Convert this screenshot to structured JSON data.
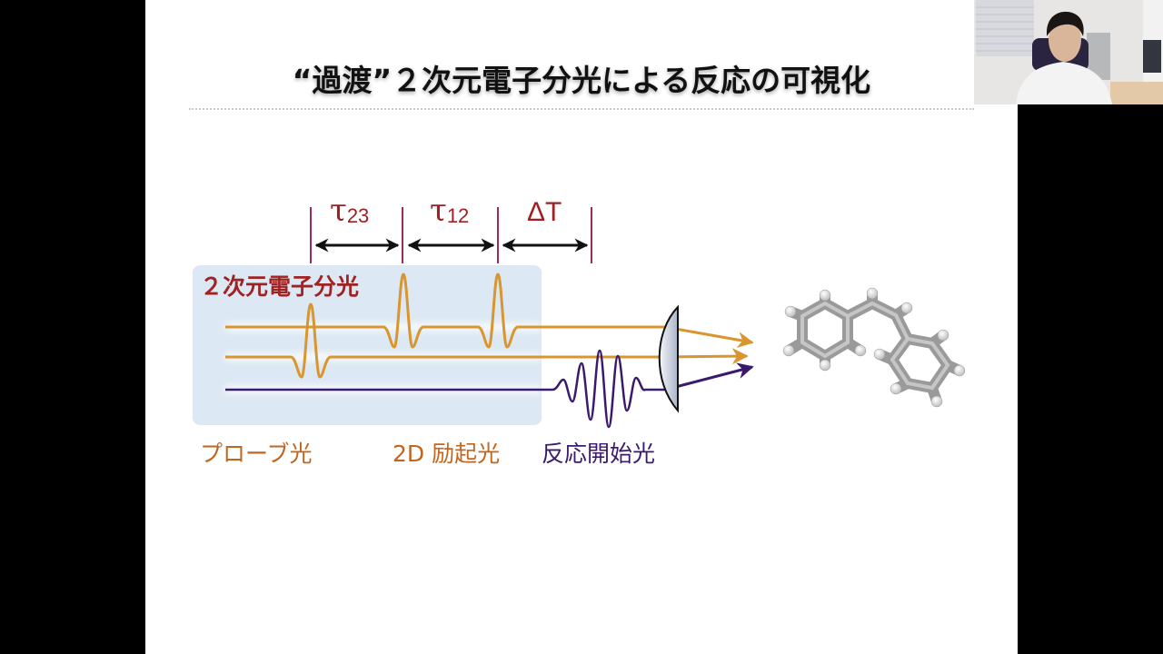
{
  "slide": {
    "title": "“過渡”２次元電子分光による反応の可視化",
    "background": "#ffffff"
  },
  "diagram": {
    "delays": [
      {
        "symbol": "τ",
        "subscript": "23"
      },
      {
        "symbol": "τ",
        "subscript": "12"
      },
      {
        "symbol": "ΔT",
        "subscript": ""
      }
    ],
    "panel_title": "２次元電子分光",
    "beams": {
      "probe_label": "プローブ光",
      "excitation_label": "2D 励起光",
      "reaction_label": "反応開始光"
    },
    "colors": {
      "probe": "#d9952e",
      "probe_text": "#c2651e",
      "reaction": "#3b1a6e",
      "delay_text": "#a11f22",
      "panel_bg": "#dce8f3",
      "marker": "#a0285a"
    },
    "lens": "focusing-lens",
    "molecule": "stilbene-molecule"
  },
  "webcam": {
    "description": "presenter-video"
  }
}
